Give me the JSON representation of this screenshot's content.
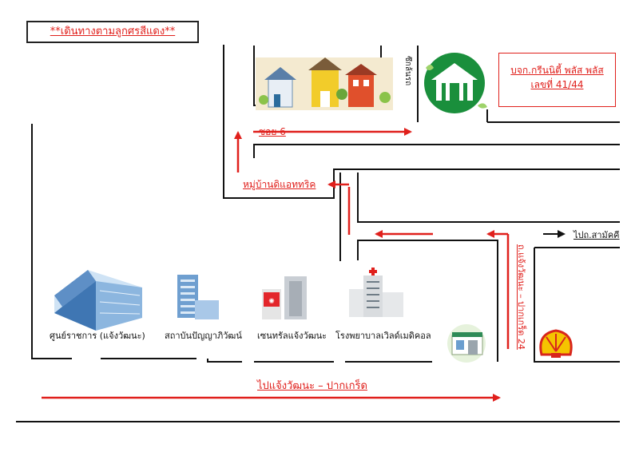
{
  "title": "**เดินทางตามลูกศรสีแดง**",
  "company": {
    "name": "บจก.กรีนนิตี้ พลัส พลัส",
    "number": "เลขที่ 41/44"
  },
  "roads": {
    "soi6": "ซอย 6",
    "village": "หมู่บ้านดิแอททริค",
    "to_samakkhi": "ไปถ.สามัคคี",
    "chaeng_pakkret": "ถ.แจ้งวัฒนะ – ปากเกร็ด 24",
    "main_road": "ไปแจ้งวัฒนะ – ปากเกร็ด",
    "near_company": "ซึกล้นรถ"
  },
  "landmarks": [
    "ศูนย์ราชการ (แจ้งวัฒนะ)",
    "สถาบันปัญญาภิวัฒน์",
    "เซนทรัลแจ้งวัฒนะ",
    "โรงพยาบาลเวิลด์เมดิคอล"
  ],
  "icons": [
    "government-complex-icon",
    "institute-building-icon",
    "central-mall-icon",
    "hospital-icon",
    "convenience-store-icon",
    "shell-icon",
    "company-house-icon",
    "village-houses-icon"
  ],
  "colors": {
    "route_arrow": "#e0201c",
    "road_line": "#111111",
    "company_green": "#1a8f3c",
    "shell_yellow": "#f5c400",
    "shell_red": "#d8261c"
  }
}
